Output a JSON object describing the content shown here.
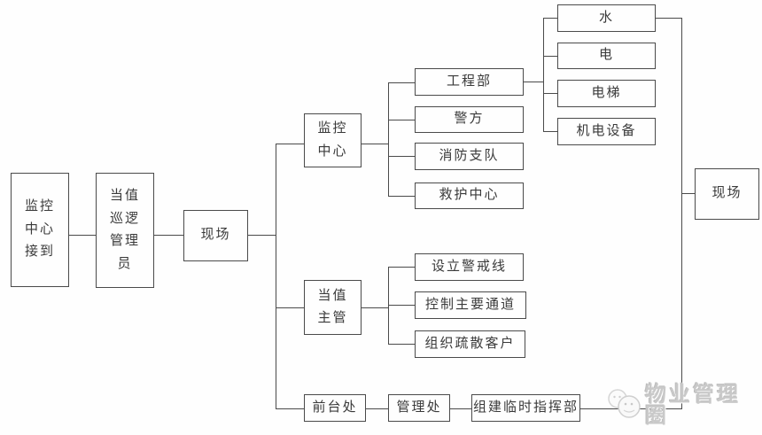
{
  "diagram": {
    "title_hint": "property-management incident response flowchart",
    "nodes": [
      {
        "id": "monitor-center-received",
        "label": "监控\n中心\n接到"
      },
      {
        "id": "duty-patrol-manager",
        "label": "当值\n巡逻\n管理\n员"
      },
      {
        "id": "scene-left",
        "label": "现场"
      },
      {
        "id": "monitor-center",
        "label": "监控\n中心"
      },
      {
        "id": "engineering-dept",
        "label": "工程部"
      },
      {
        "id": "police",
        "label": "警方"
      },
      {
        "id": "fire-brigade",
        "label": "消防支队"
      },
      {
        "id": "rescue-center",
        "label": "救护中心"
      },
      {
        "id": "water",
        "label": "水"
      },
      {
        "id": "electricity",
        "label": "电"
      },
      {
        "id": "elevator",
        "label": "电梯"
      },
      {
        "id": "mech-elec-equipment",
        "label": "机电设备"
      },
      {
        "id": "scene-right",
        "label": "现场"
      },
      {
        "id": "duty-supervisor",
        "label": "当值\n主管"
      },
      {
        "id": "set-cordon-line",
        "label": "设立警戒线"
      },
      {
        "id": "control-main-passages",
        "label": "控制主要通道"
      },
      {
        "id": "organize-evacuation",
        "label": "组织疏散客户"
      },
      {
        "id": "front-desk",
        "label": "前台处"
      },
      {
        "id": "management-office",
        "label": "管理处"
      },
      {
        "id": "form-temp-command-post",
        "label": "组建临时指挥部"
      }
    ]
  },
  "watermark": {
    "icon": "wechat-chat-bubbles-icon",
    "text": "物业管理圈"
  },
  "colors": {
    "line": "#4a4a4a",
    "box_border": "#4a4a4a",
    "box_text": "#3a3a3a",
    "background": "#fefefe",
    "watermark_text": "#c9c9c9"
  }
}
